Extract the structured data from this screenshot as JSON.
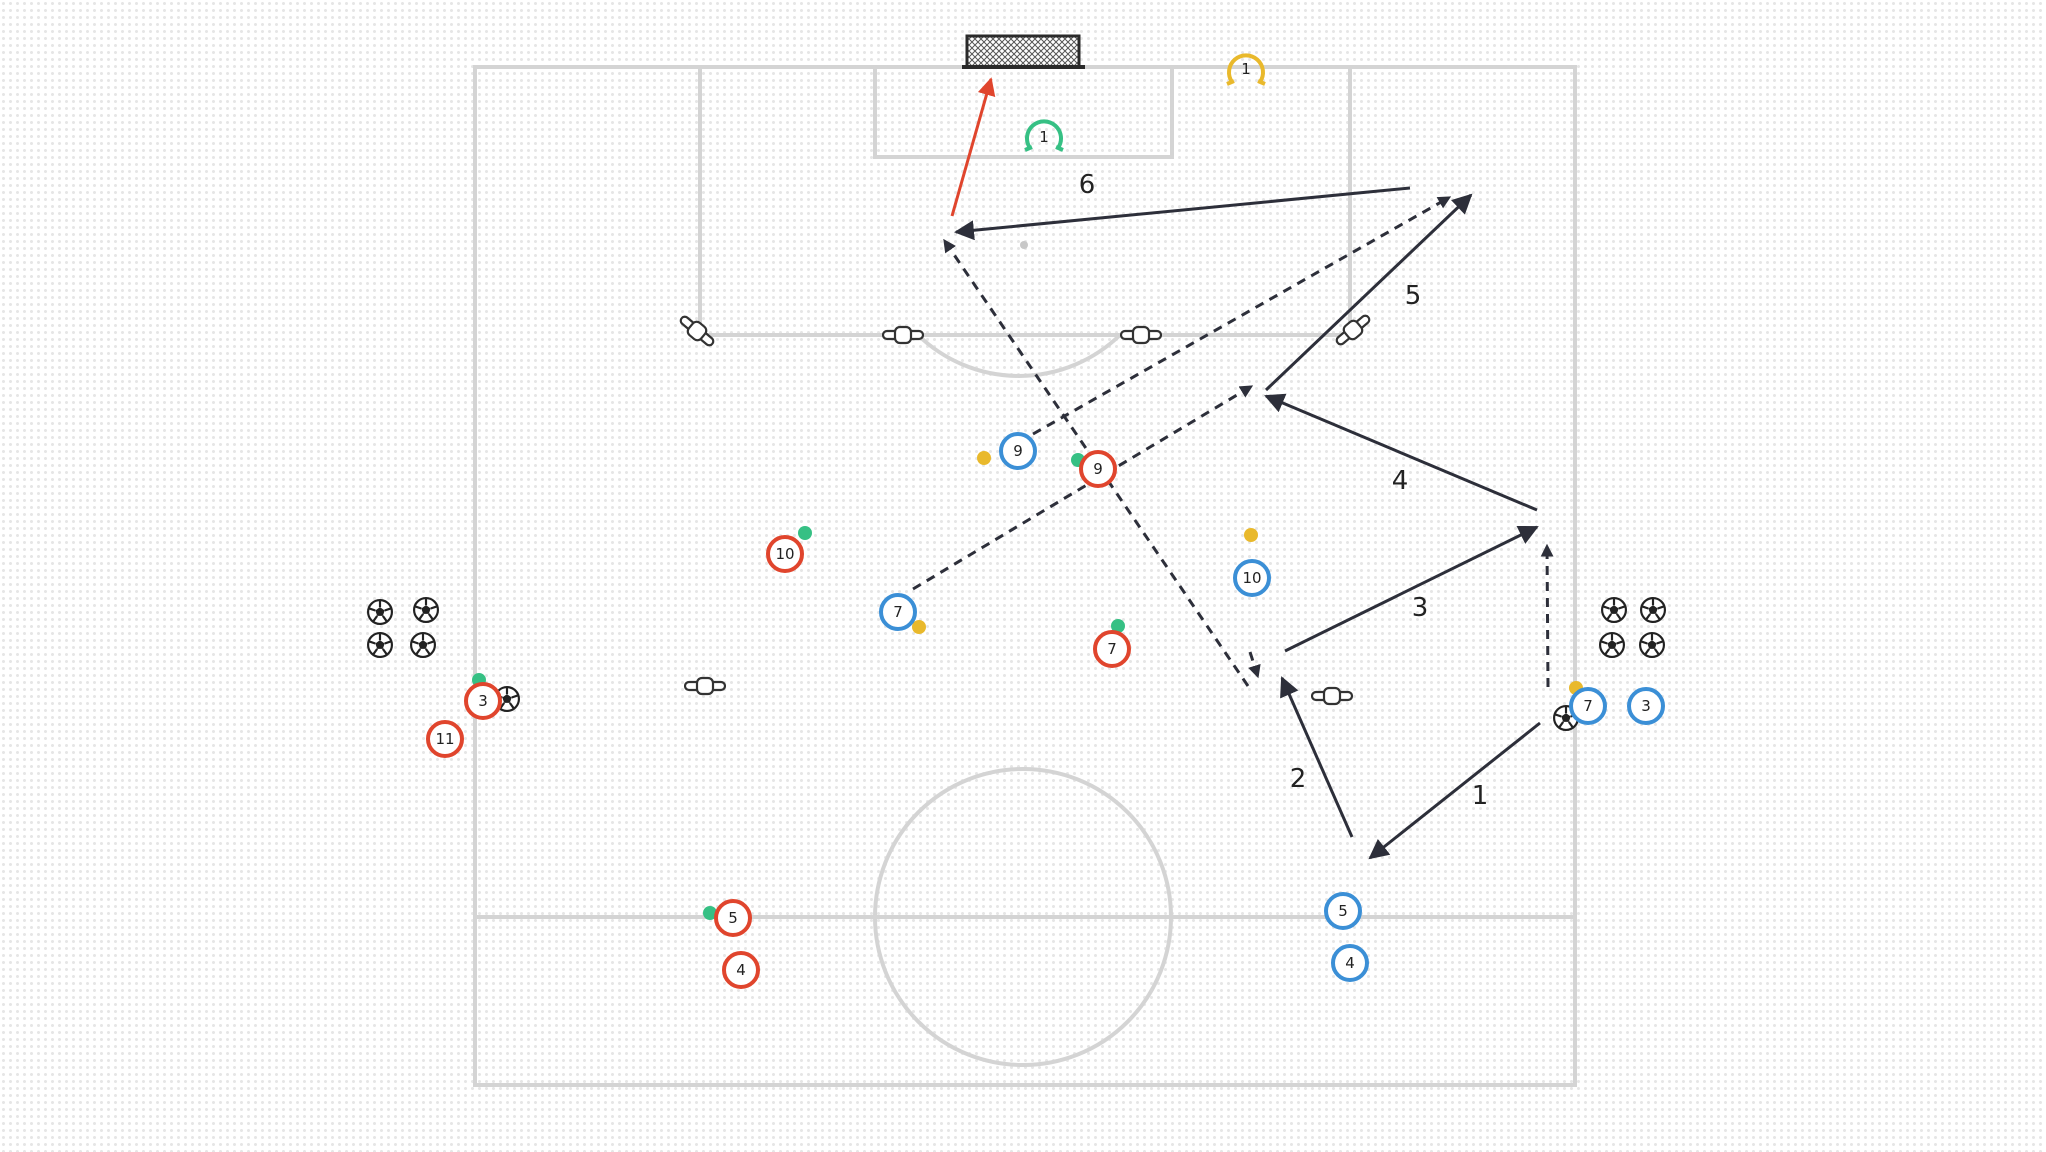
{
  "colors": {
    "red_team": "#e0452d",
    "blue_team": "#3b8fd6",
    "green_keeper": "#36c084",
    "yellow_keeper": "#e9b92c",
    "arrow": "#2d2f3a",
    "shot_arrow": "#e0452d",
    "pitch_line": "#d4d4d4"
  },
  "sequence_labels": [
    "1",
    "2",
    "3",
    "4",
    "5",
    "6"
  ],
  "players": {
    "red": [
      "3",
      "11",
      "10",
      "9",
      "7",
      "5",
      "4"
    ],
    "blue": [
      "9",
      "7",
      "10",
      "7",
      "3",
      "5",
      "4"
    ],
    "keepers": [
      "1",
      "1"
    ]
  },
  "icons": [
    "goal-icon",
    "football-icon",
    "mannequin-icon",
    "bib-marker-icon"
  ]
}
